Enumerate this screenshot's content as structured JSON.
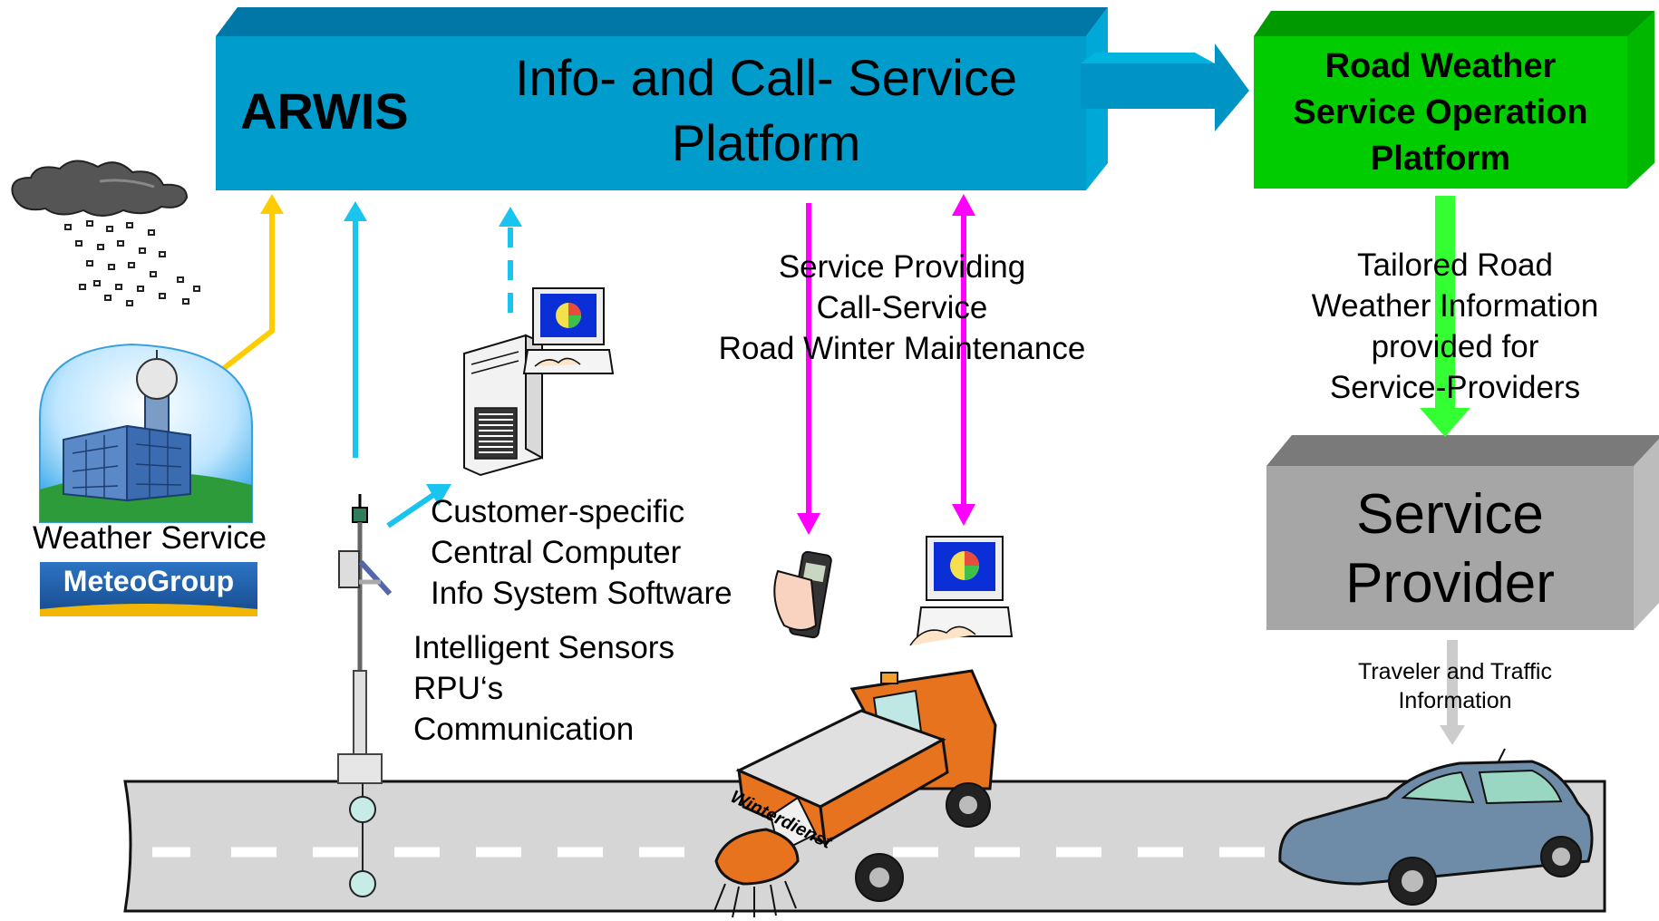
{
  "arwis": {
    "brand": "ARWIS",
    "title_line1": "Info- and Call- Service",
    "title_line2": "Platform"
  },
  "rws_platform": {
    "line1": "Road Weather",
    "line2": "Service Operation",
    "line3": "Platform"
  },
  "service_provider": {
    "line1": "Service",
    "line2": "Provider"
  },
  "labels": {
    "weather_service": "Weather Service",
    "meteogroup": "MeteoGroup",
    "call_service_1": "Service Providing",
    "call_service_2": "Call-Service",
    "call_service_3": "Road Winter Maintenance",
    "tailored_1": "Tailored Road",
    "tailored_2": "Weather Information",
    "tailored_3": "provided for",
    "tailored_4": "Service-Providers",
    "computer_1": "Customer-specific",
    "computer_2": "Central Computer",
    "computer_3": "Info System Software",
    "sensors_1": "Intelligent Sensors",
    "sensors_2": "RPU‘s",
    "sensors_3": "Communication",
    "traveler_1": "Traveler and Traffic",
    "traveler_2": "Information",
    "truck_text": "Winterdienst"
  },
  "colors": {
    "arwis_blue": "#009ccc",
    "platform_green": "#00cc00",
    "provider_gray": "#a6a6a6",
    "arrow_yellow": "#ffcc00",
    "arrow_cyan": "#19c4ee",
    "arrow_magenta": "#ff00ff",
    "arrow_green": "#33ff33",
    "arrow_gray": "#cccccc",
    "meteogroup_blue": "#1e5aa8",
    "truck_orange": "#e8731f",
    "road_gray": "#d6d6d6"
  },
  "icons": [
    "storm-cloud-icon",
    "weather-station-building-icon",
    "sensor-mast-icon",
    "server-computer-icon",
    "mobile-phone-icon",
    "workstation-icon",
    "winter-service-truck-icon",
    "car-icon"
  ]
}
